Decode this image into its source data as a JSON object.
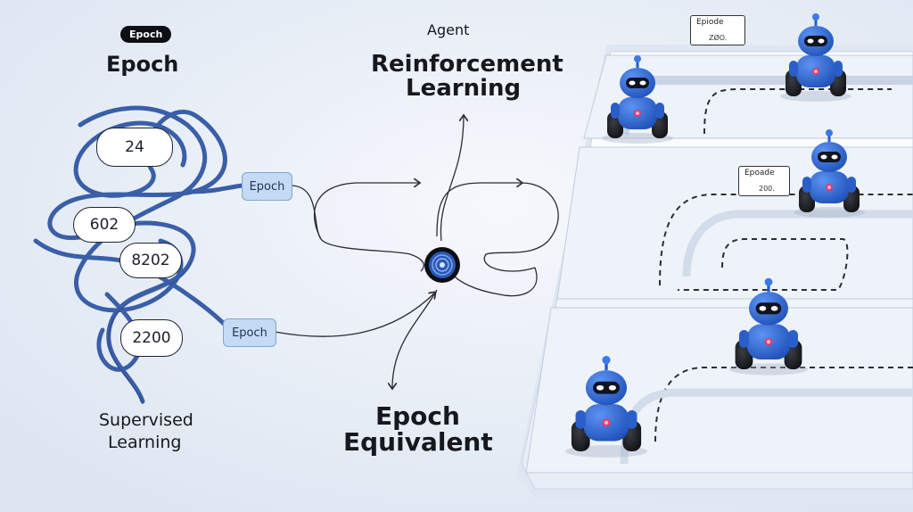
{
  "left": {
    "badge": "Epoch",
    "title": "Epoch",
    "numbers": [
      "24",
      "602",
      "8202",
      "2200"
    ],
    "caption_line1": "Supervised",
    "caption_line2": "Learning"
  },
  "tags": [
    "Epoch",
    "Epoch"
  ],
  "center": {
    "agent": "Agent",
    "rl_line1": "Reinforcement",
    "rl_line2": "Learning",
    "eq_line1": "Epoch",
    "eq_line2": "Equivalent"
  },
  "signs": [
    {
      "title": "Epiode",
      "value": "ZØO."
    },
    {
      "title": "Epoade",
      "value": "200."
    }
  ],
  "colors": {
    "background": "#e9eff8",
    "robot_blue": "#2f6fe0",
    "rope_blue": "#3a5fa8",
    "tag_fill": "#c4dbf3",
    "track_white": "#f7f9fd"
  },
  "icons": [
    "robot-icon",
    "target-icon",
    "arrow-icon"
  ]
}
